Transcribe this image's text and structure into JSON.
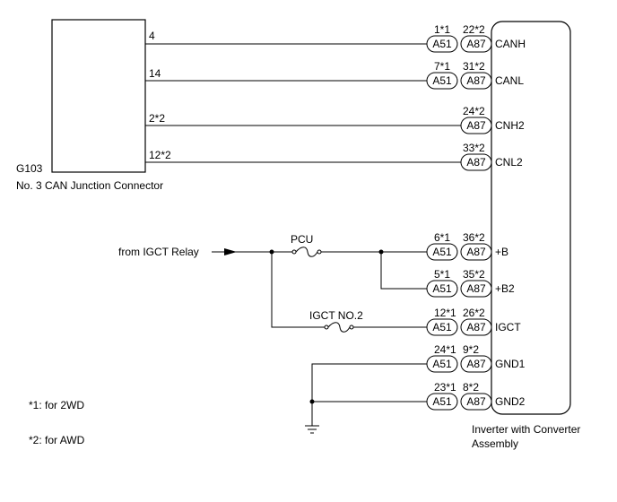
{
  "connector": {
    "id": "G103",
    "name": "No. 3 CAN Junction Connector",
    "pins": [
      "4",
      "14",
      "2*2",
      "12*2"
    ]
  },
  "assembly": {
    "name_line1": "Inverter with Converter",
    "name_line2": "Assembly"
  },
  "signals": [
    {
      "name": "CANH",
      "a51": "A51",
      "a87": "A87",
      "pin_a51": "1*1",
      "pin_a87": "22*2"
    },
    {
      "name": "CANL",
      "a51": "A51",
      "a87": "A87",
      "pin_a51": "7*1",
      "pin_a87": "31*2"
    },
    {
      "name": "CNH2",
      "a51": "",
      "a87": "A87",
      "pin_a51": "",
      "pin_a87": "24*2"
    },
    {
      "name": "CNL2",
      "a51": "",
      "a87": "A87",
      "pin_a51": "",
      "pin_a87": "33*2"
    },
    {
      "name": "+B",
      "a51": "A51",
      "a87": "A87",
      "pin_a51": "6*1",
      "pin_a87": "36*2"
    },
    {
      "name": "+B2",
      "a51": "A51",
      "a87": "A87",
      "pin_a51": "5*1",
      "pin_a87": "35*2"
    },
    {
      "name": "IGCT",
      "a51": "A51",
      "a87": "A87",
      "pin_a51": "12*1",
      "pin_a87": "26*2"
    },
    {
      "name": "GND1",
      "a51": "A51",
      "a87": "A87",
      "pin_a51": "24*1",
      "pin_a87": "9*2"
    },
    {
      "name": "GND2",
      "a51": "A51",
      "a87": "A87",
      "pin_a51": "23*1",
      "pin_a87": "8*2"
    }
  ],
  "source_label": "from IGCT Relay",
  "fuses": {
    "pcu": "PCU",
    "igct": "IGCT NO.2"
  },
  "notes": {
    "n1": "*1: for 2WD",
    "n2": "*2: for AWD"
  }
}
